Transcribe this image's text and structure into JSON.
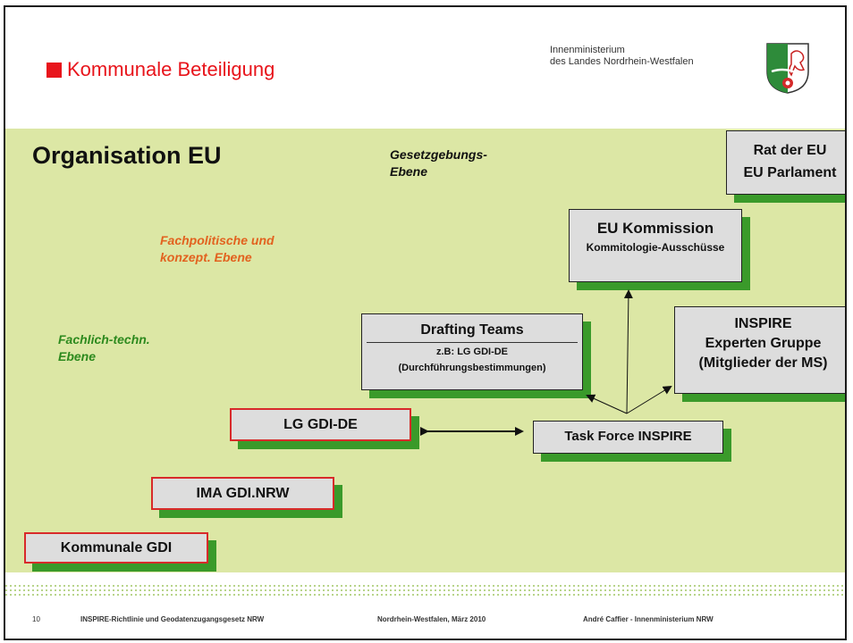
{
  "header": {
    "title": "Kommunale Beteiligung",
    "ministry_line1": "Innenministerium",
    "ministry_line2": "des Landes Nordrhein-Westfalen"
  },
  "diagram": {
    "heading": "Organisation EU",
    "levels": {
      "legislative_line1": "Gesetzgebungs-",
      "legislative_line2": "Ebene",
      "policy_line1": "Fachpolitische und",
      "policy_line2": "konzept. Ebene",
      "technical_line1": "Fachlich-techn.",
      "technical_line2": "Ebene"
    },
    "boxes": {
      "rat_line1": "Rat der EU",
      "rat_line2": "EU Parlament",
      "kommission_line1": "EU Kommission",
      "kommission_line2": "Kommitologie-Ausschüsse",
      "drafting_line1": "Drafting Teams",
      "drafting_line2": "z.B: LG GDI-DE",
      "drafting_line3": "(Durchführungsbestimmungen)",
      "experts_line1": "INSPIRE",
      "experts_line2": "Experten Gruppe",
      "experts_line3": "(Mitglieder der MS)",
      "taskforce": "Task Force INSPIRE",
      "lg_gdi": "LG GDI-DE",
      "ima_gdi": "IMA GDI.NRW",
      "kommunale_gdi": "Kommunale GDI"
    }
  },
  "footer": {
    "page_number": "10",
    "text1": "INSPIRE-Richtlinie und Geodatenzugangsgesetz NRW",
    "text2": "Nordrhein-Westfalen, März 2010",
    "text3": "André Caffier - Innenministerium NRW"
  },
  "colors": {
    "accent_red": "#e8141b",
    "background_green": "#dce7a5",
    "shadow_green": "#3a9a2a",
    "policy_orange": "#e2621f",
    "technical_green": "#2d8a1e"
  }
}
